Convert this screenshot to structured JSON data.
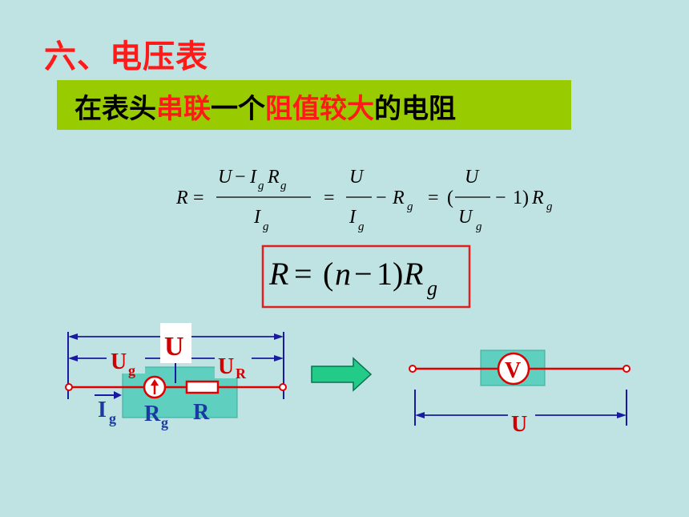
{
  "title": "六、电压表",
  "banner": {
    "part1": "在表头",
    "part2": "串联",
    "part3": "一个",
    "part4": "阻值较大",
    "part5": "的电阻"
  },
  "formula": {
    "R": "R",
    "eq": "=",
    "U": "U",
    "minus": "−",
    "I": "I",
    "g": "g",
    "one": "1",
    "lparen": "(",
    "rparen": ")",
    "n": "n"
  },
  "circuit": {
    "U_label": "U",
    "Ug": "U",
    "Ug_sub": "g",
    "UR": "U",
    "UR_sub": "R",
    "Ig": "I",
    "Ig_sub": "g",
    "Rg": "R",
    "Rg_sub": "g",
    "R": "R",
    "V": "V",
    "U_right": "U"
  },
  "colors": {
    "background": "#bfe3e3",
    "red": "#ff1a1a",
    "wire": "#e00000",
    "dimension": "#1a1aa0",
    "box_fill": "#5fcfc0",
    "banner": "#99cc00",
    "arrow": "#22cc88"
  }
}
